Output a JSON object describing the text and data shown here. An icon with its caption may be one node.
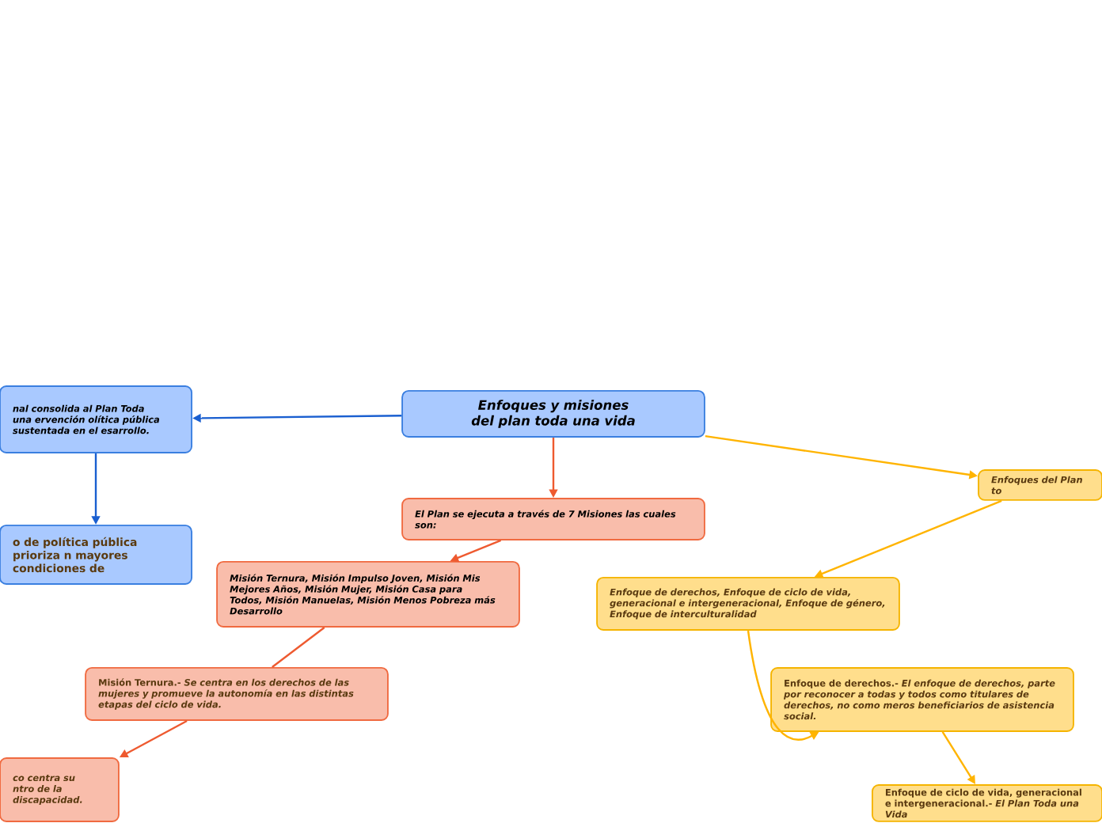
{
  "diagram": {
    "nodes": [
      {
        "text": [
          "Enfoques y misiones del plan toda una vida"
        ]
      },
      {
        "text": [
          "nal consolida al Plan Toda una ervención olítica pública sustentada en el esarrollo."
        ]
      },
      {
        "text": [
          "o de política pública prioriza n mayores condiciones de"
        ]
      },
      {
        "text": [
          "El Plan se ejecuta a través de 7 Misiones las cuales son:"
        ]
      },
      {
        "text": [
          "Misión Ternura, Misión Impulso Joven, Misión Mis Mejores Años, Misión Mujer, Misión Casa para Todos, Misión Manuelas, Misión Menos Pobreza más Desarrollo"
        ]
      },
      {
        "text": [
          "Misión Ternura.- *Se centra en los derechos de las mujeres y promueve la autonomía en las distintas etapas del ciclo de vida.*"
        ]
      },
      {
        "text": [
          "co centra su ntro de la discapacidad."
        ]
      },
      {
        "text": [
          "Enfoques del Plan to"
        ]
      },
      {
        "text": [
          "Enfoque de derechos, Enfoque de ciclo de vida, generacional e intergeneracional, Enfoque de género, Enfoque de interculturalidad"
        ]
      },
      {
        "text": [
          "Enfoque de derechos.- *El enfoque de derechos, parte por reconocer a todas y todos como titulares de derechos, no como meros beneficiarios de asistencia social.*"
        ]
      },
      {
        "text": [
          "Enfoque de ciclo de vida, generacional e intergeneracional.- *El Plan Toda una Vida*"
        ]
      }
    ],
    "edges": [
      {
        "from": 0,
        "to": 1,
        "arrow": "to",
        "color": "#1a5fd0"
      },
      {
        "from": 1,
        "to": 2,
        "arrow": "to",
        "color": "#1a5fd0"
      },
      {
        "from": 0,
        "to": 3,
        "arrow": "to",
        "color": "#ee5a30"
      },
      {
        "from": 3,
        "to": 4,
        "arrow": "to",
        "color": "#ee5a30"
      },
      {
        "from": 4,
        "to": 5,
        "arrow": "none",
        "color": "#ee5a30"
      },
      {
        "from": 5,
        "to": 6,
        "arrow": "to",
        "color": "#ee5a30"
      },
      {
        "from": 0,
        "to": 7,
        "arrow": "to",
        "color": "#ffb400"
      },
      {
        "from": 7,
        "to": 8,
        "arrow": "to",
        "color": "#ffb400"
      },
      {
        "from": 8,
        "to": 9,
        "arrow": "to",
        "color": "#ffb400"
      },
      {
        "from": 9,
        "to": 10,
        "arrow": "to",
        "color": "#ffb400"
      }
    ]
  }
}
